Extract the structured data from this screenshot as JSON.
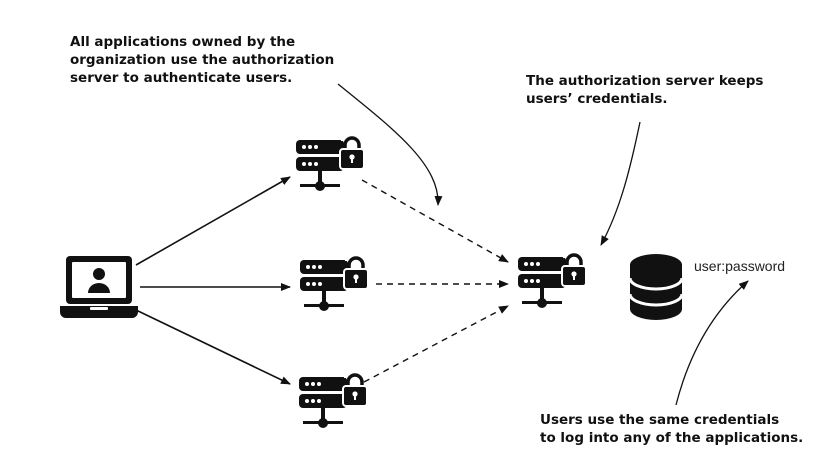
{
  "annotations": {
    "applications_note": "All applications owned by the\norganization use the authorization\nserver to authenticate users.",
    "auth_server_note": "The authorization server keeps\nusers’ credentials.",
    "users_note": "Users use the same credentials\nto log into any of the applications."
  },
  "credential_label": "user:password",
  "colors": {
    "ink": "#111111",
    "background": "#ffffff"
  },
  "icons": {
    "user_device": "laptop-user-icon",
    "applications": [
      "server-lock-icon",
      "server-lock-icon",
      "server-lock-icon"
    ],
    "authorization_server": "server-lock-icon",
    "credential_store": "database-icon"
  }
}
